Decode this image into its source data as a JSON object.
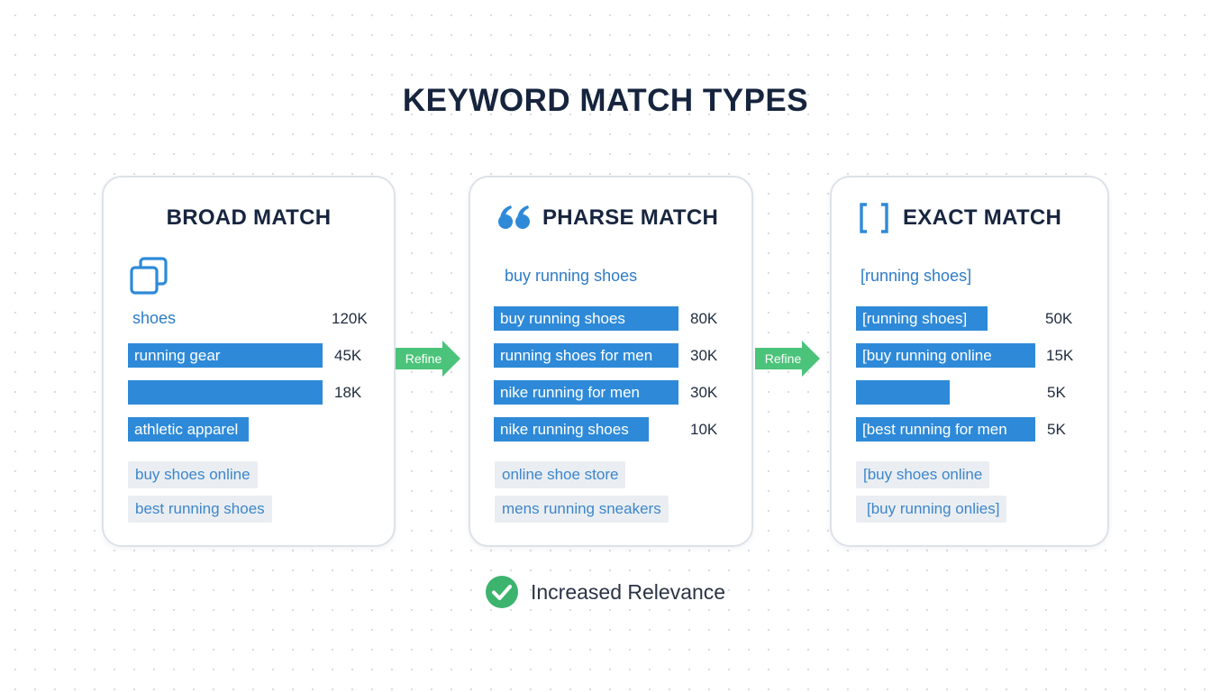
{
  "title": "KEYWORD MATCH TYPES",
  "colors": {
    "bar_blue": "#2e8ad8",
    "arrow_green": "#4cc37a",
    "check_green": "#3cb46e",
    "chip_bg": "#eaeef2"
  },
  "cards": {
    "broad": {
      "title": "BROAD MATCH",
      "icon": "copy-squares-icon",
      "rows": [
        {
          "keyword": "shoes",
          "volume": "120K"
        },
        {
          "keyword": "running gear",
          "volume": "45K"
        },
        {
          "keyword": "",
          "volume": "18K"
        },
        {
          "keyword": "athletic apparel",
          "volume": ""
        }
      ],
      "chips": [
        "buy shoes online",
        "best running shoes"
      ]
    },
    "phrase": {
      "title": "PHARSE MATCH",
      "icon": "quote-icon",
      "subtitle": "buy running shoes",
      "rows": [
        {
          "keyword": "buy running shoes",
          "volume": "80K"
        },
        {
          "keyword": "running shoes for men",
          "volume": "30K"
        },
        {
          "keyword": "nike running for men",
          "volume": "30K"
        },
        {
          "keyword": "nike running shoes",
          "volume": "10K"
        }
      ],
      "chips": [
        "online shoe store",
        "mens running sneakers"
      ]
    },
    "exact": {
      "title": "EXACT MATCH",
      "icon": "brackets-icon",
      "subtitle": "[running shoes]",
      "rows": [
        {
          "keyword": "[running shoes]",
          "volume": "50K"
        },
        {
          "keyword": "[buy running online",
          "volume": "15K"
        },
        {
          "keyword": "",
          "volume": "5K"
        },
        {
          "keyword": "[best running for men",
          "volume": "5K"
        }
      ],
      "chips": [
        "[buy shoes online",
        "[buy running onlies]"
      ]
    }
  },
  "arrows": [
    "Refine",
    "Refine"
  ],
  "footer": {
    "icon": "check-circle-icon",
    "text": "Increased Relevance"
  }
}
